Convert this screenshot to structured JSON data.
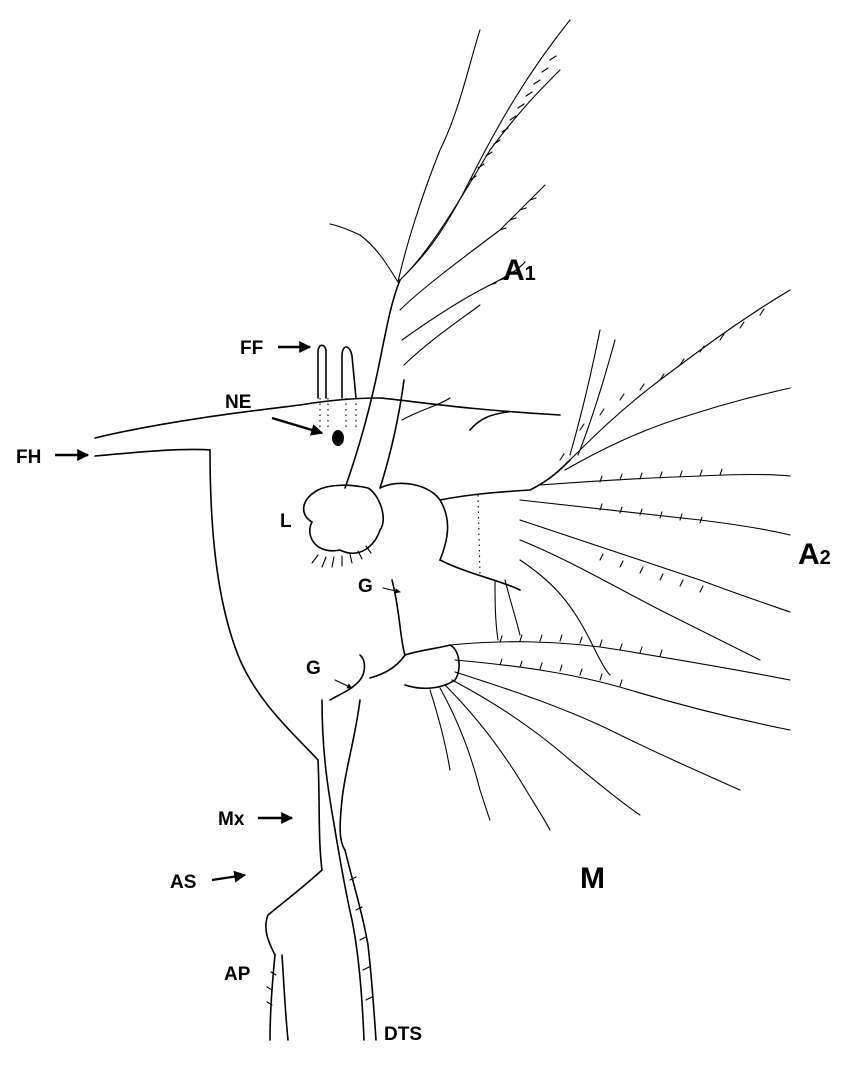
{
  "figure": {
    "labels": {
      "ff": "FF",
      "ne": "NE",
      "fh": "FH",
      "l": "L",
      "g_upper": "G",
      "g_lower": "G",
      "mx": "Mx",
      "as": "AS",
      "ap": "AP",
      "dts": "DTS",
      "a1_main": "A",
      "a1_sub": "1",
      "a2_main": "A",
      "a2_sub": "2",
      "m": "M"
    }
  }
}
